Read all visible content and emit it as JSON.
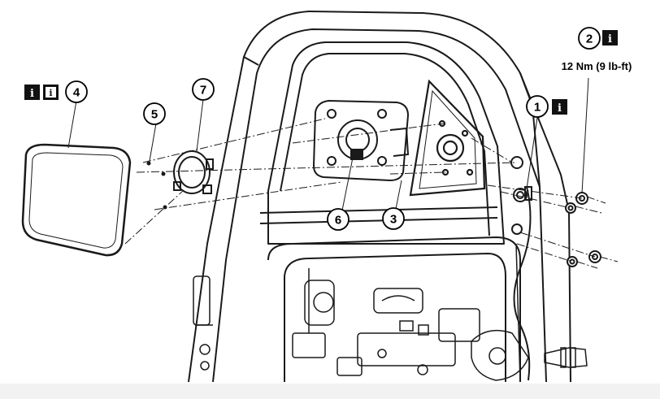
{
  "callouts": [
    {
      "number": "1"
    },
    {
      "number": "2"
    },
    {
      "number": "3"
    },
    {
      "number": "4"
    },
    {
      "number": "5"
    },
    {
      "number": "6"
    },
    {
      "number": "7"
    }
  ],
  "torque_spec": "12 Nm (9 lb-ft)",
  "info_icon_glyph": "i",
  "colors": {
    "line": "#1a1a1a",
    "background": "#ffffff",
    "info_box": "#111111"
  }
}
